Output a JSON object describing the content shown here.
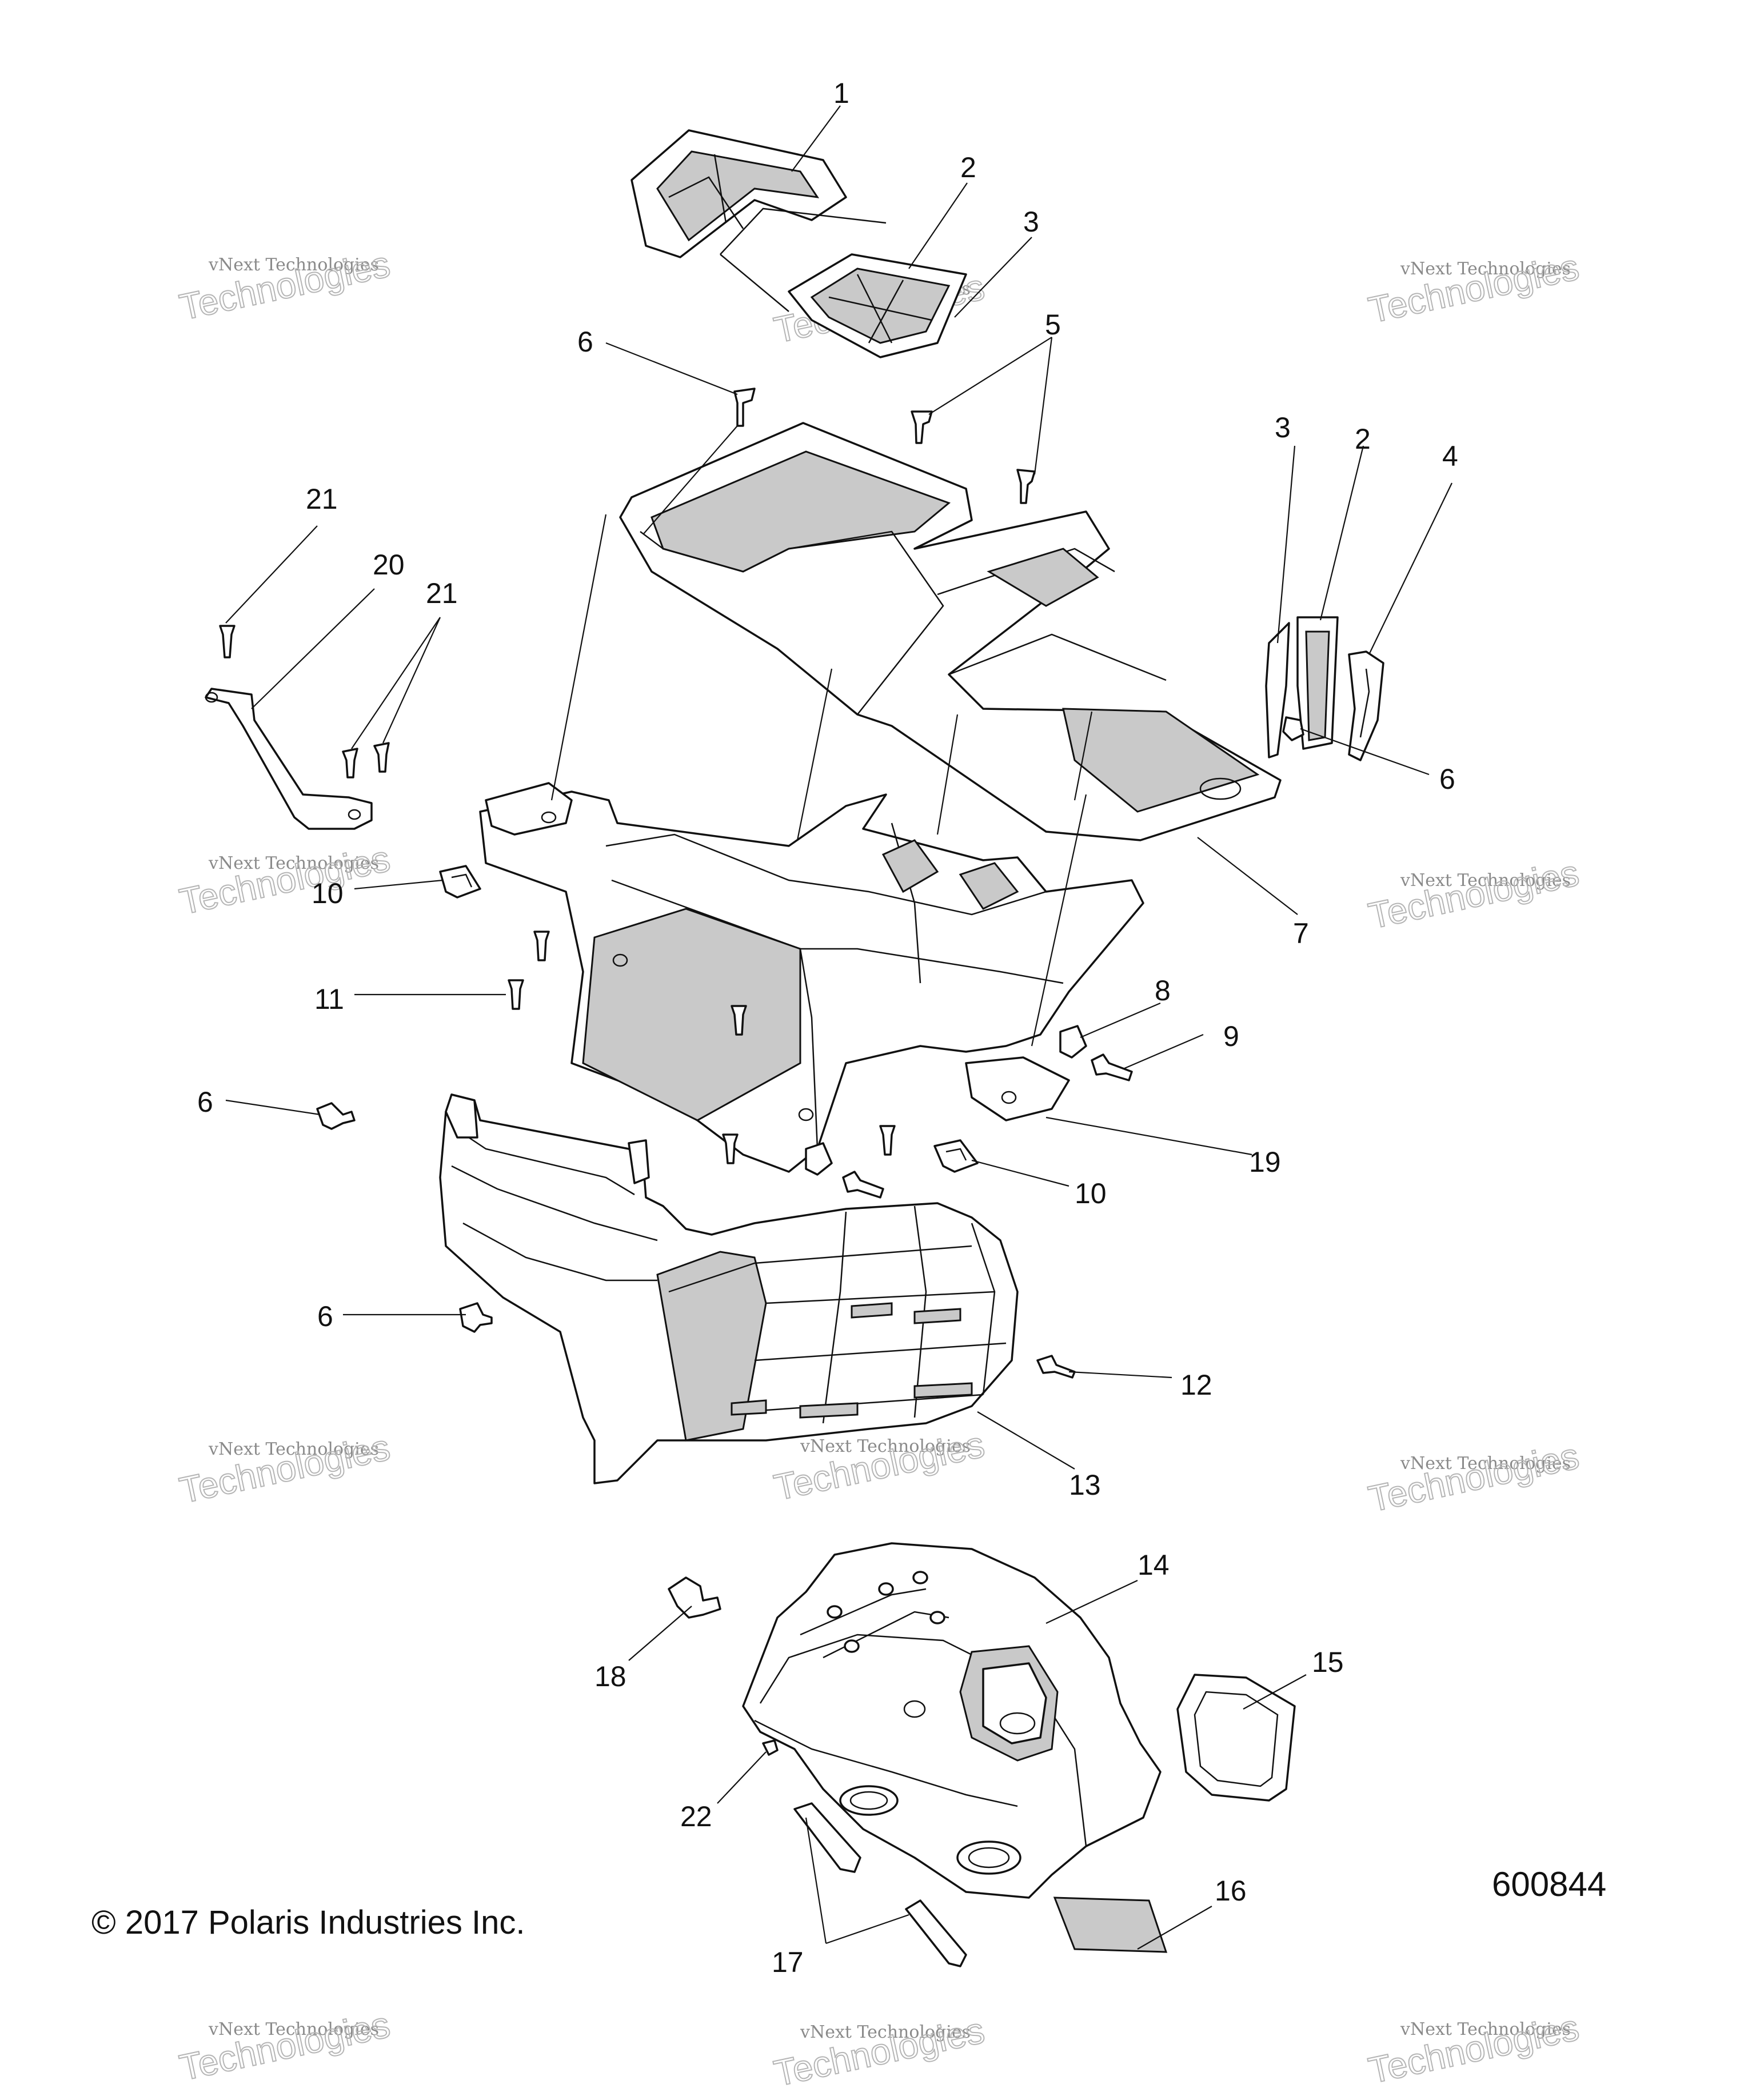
{
  "callouts": [
    "1",
    "2",
    "3",
    "6",
    "5",
    "3",
    "2",
    "4",
    "21",
    "20",
    "21",
    "6",
    "10",
    "7",
    "11",
    "8",
    "9",
    "6",
    "19",
    "10",
    "6",
    "12",
    "13",
    "14",
    "18",
    "15",
    "22",
    "16",
    "17"
  ],
  "watermark": {
    "line1": "vNext Technologies",
    "line2": "Technologies"
  },
  "footer": {
    "copyright": "© 2017 Polaris Industries Inc.",
    "diagram_number": "600844"
  }
}
